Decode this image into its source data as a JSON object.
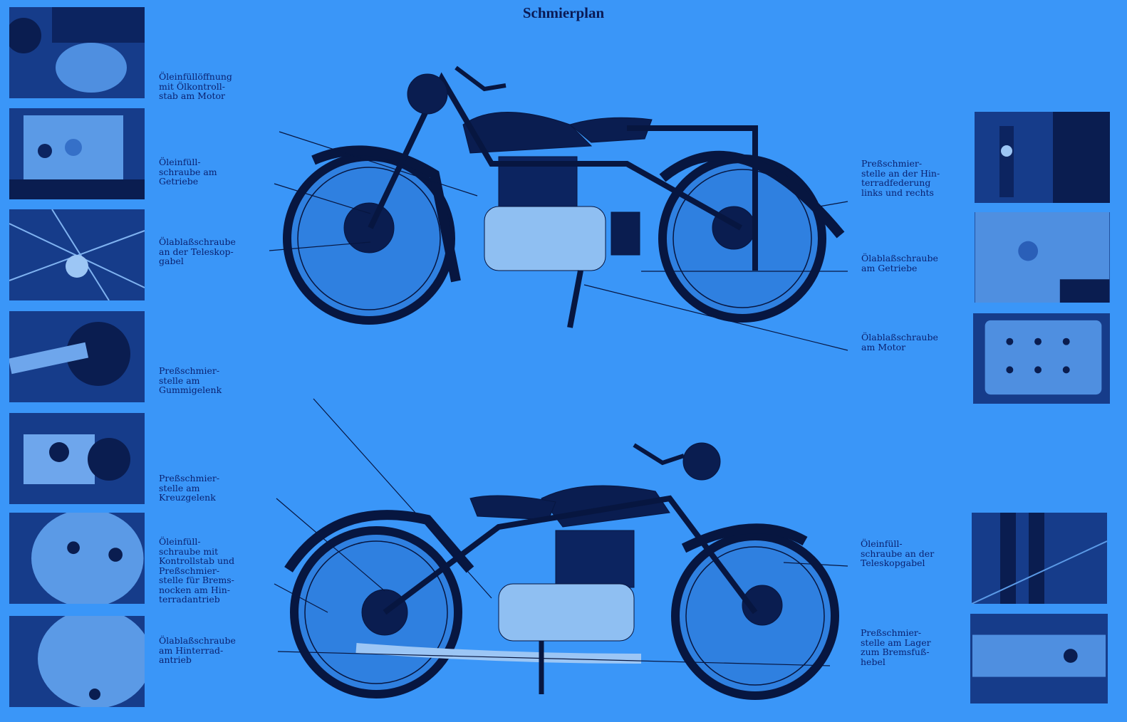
{
  "title": "Schmierplan",
  "left_labels": [
    "Öleinfüllöffnung\nmit Ölkontroll-\nstab am Motor",
    "Öleinfüll-\nschraube am\nGetriebe",
    "Ölablaßschraube\nan der Teleskop-\ngabel",
    "Preßschmier-\nstelle am\nGummigelenk",
    "Preßschmier-\nstelle am\nKreuzgelenk",
    "Öleinfüll-\nschraube mit\nKontrollstab und\nPreßschmier-\nstelle für Brems-\nnocken am Hin-\nterradantrieb",
    "Ölablaßschraube\nam Hinterrad-\nantrieb"
  ],
  "right_labels": [
    "Preßschmier-\nstelle an der Hin-\nterradfederung\nlinks und rechts",
    "Ölablaßschraube\nam Getriebe",
    "Ölablaßschraube\nam Motor",
    "Öleinfüll-\nschraube an der\nTeleskopgabel",
    "Preßschmier-\nstelle am Lager\nzum Bremsfuß-\nhebel"
  ],
  "colors": {
    "background": "#3a96f8",
    "ink": "#0b1f66",
    "photo": "#163c8a"
  }
}
